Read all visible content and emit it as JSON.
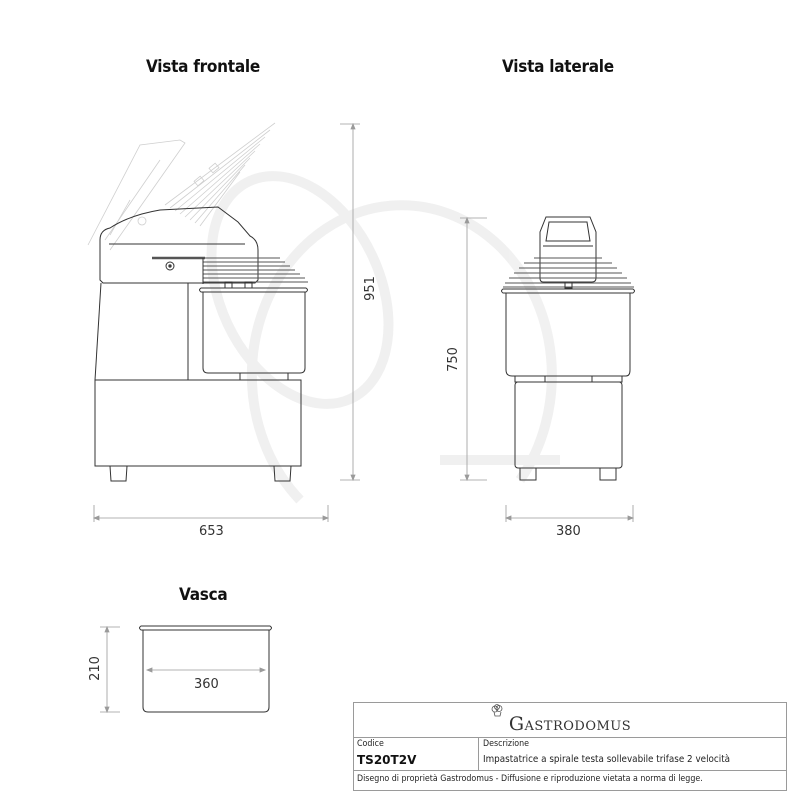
{
  "views": {
    "front": {
      "title": "Vista frontale",
      "width_dim": "653",
      "height_dim": "951"
    },
    "side": {
      "title": "Vista laterale",
      "width_dim": "380",
      "height_dim": "750"
    },
    "bowl": {
      "title": "Vasca",
      "width_dim": "360",
      "height_dim": "210"
    }
  },
  "title_block": {
    "brand_first": "G",
    "brand_rest": "ASTRODOMUS",
    "code_label": "Codice",
    "code_value": "TS20T2V",
    "description_label": "Descrizione",
    "description_value": "Impastatrice a spirale testa sollevabile trifase 2 velocità",
    "footer": "Disegno di proprietà Gastrodomus - Diffusione e riproduzione vietata a norma di legge."
  },
  "colors": {
    "line": "#333333",
    "dim_line": "#9a9a9a",
    "watermark": "#ececec"
  }
}
